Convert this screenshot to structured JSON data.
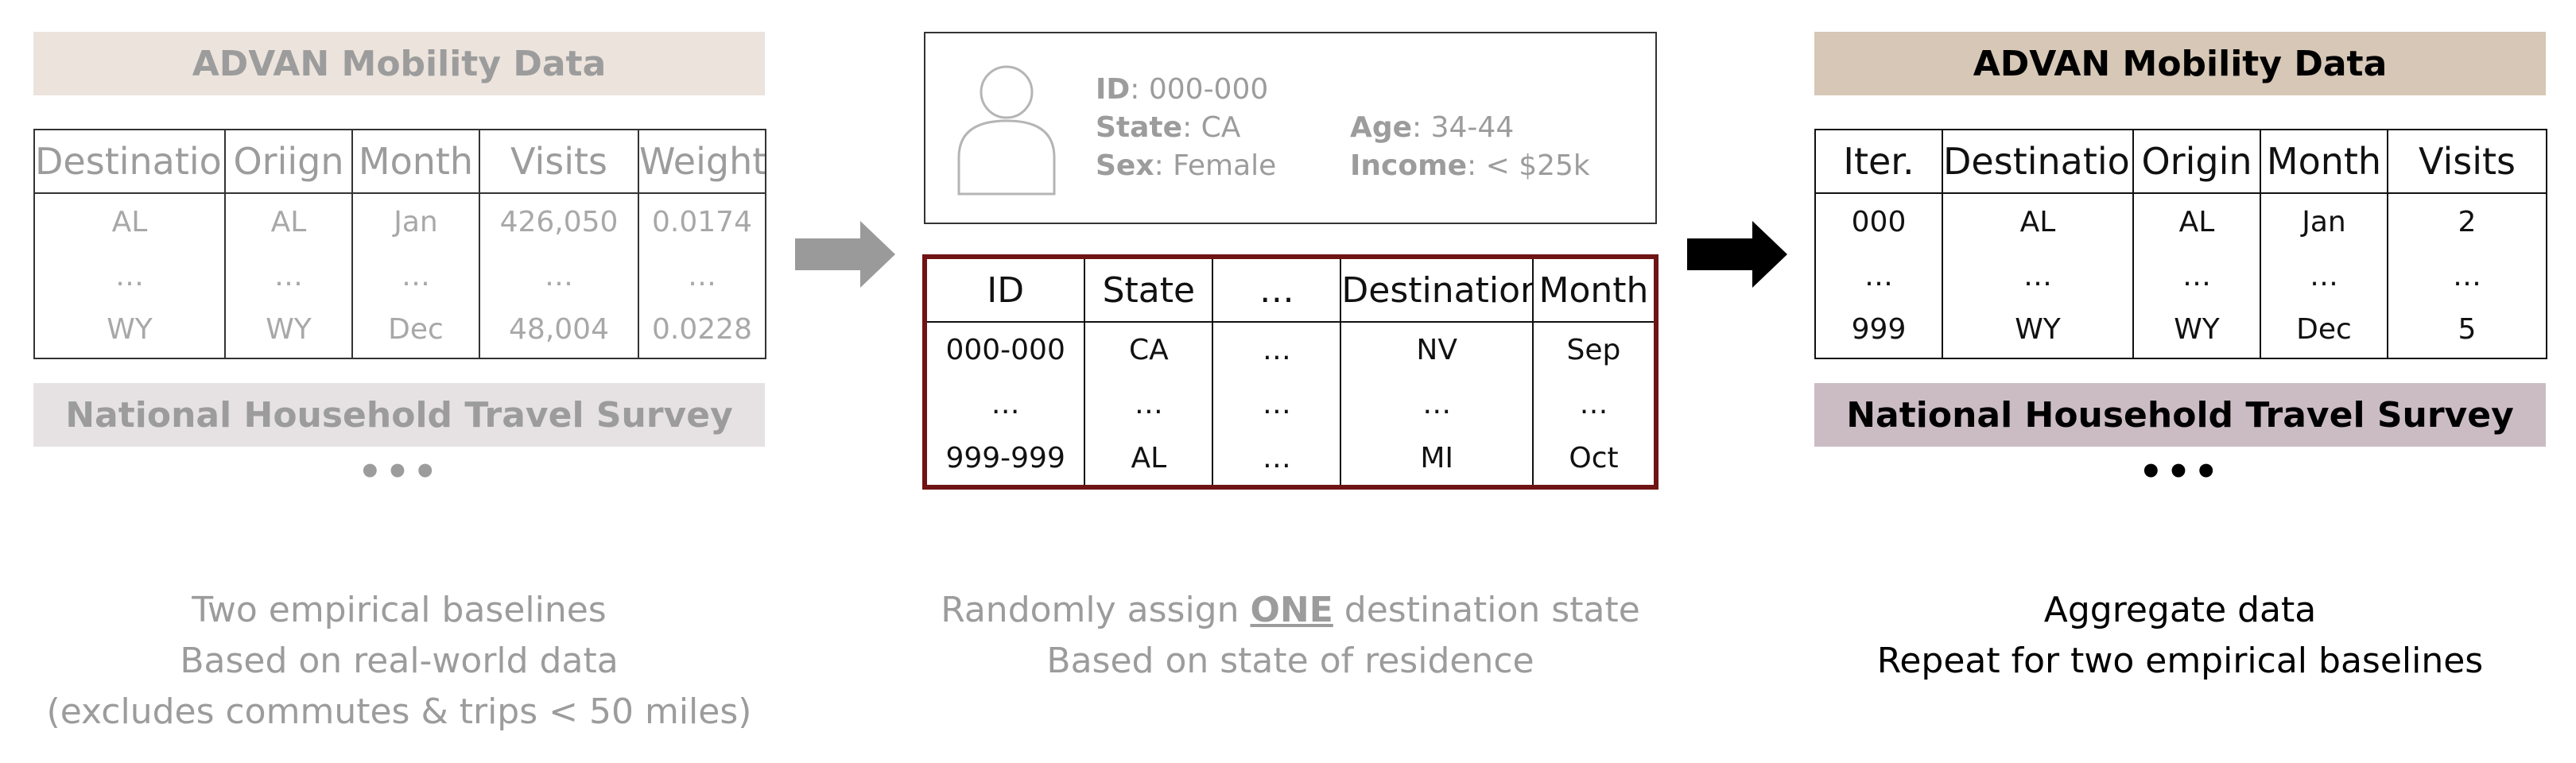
{
  "left": {
    "header1": "ADVAN Mobility Data",
    "table": {
      "columns": [
        "Destination",
        "Oriign",
        "Month",
        "Visits",
        "Weight"
      ],
      "rows": [
        [
          "AL",
          "AL",
          "Jan",
          "426,050",
          "0.0174"
        ],
        [
          "…",
          "…",
          "…",
          "…",
          "…"
        ],
        [
          "WY",
          "WY",
          "Dec",
          "48,004",
          "0.0228"
        ]
      ]
    },
    "header2": "National Household Travel Survey",
    "more": "•••",
    "caption": [
      "Two empirical baselines",
      "Based on real-world data",
      "(excludes commutes & trips < 50 miles)"
    ]
  },
  "middle": {
    "profile": {
      "id_label": "ID",
      "id_value": ": 000-000",
      "state_label": "State",
      "state_value": ": CA",
      "sex_label": "Sex",
      "sex_value": ": Female",
      "age_label": "Age",
      "age_value": ": 34-44",
      "income_label": "Income",
      "income_value": ": < $25k"
    },
    "table": {
      "columns": [
        "ID",
        "State",
        "…",
        "Destination",
        "Month"
      ],
      "rows": [
        [
          "000-000",
          "CA",
          "…",
          "NV",
          "Sep"
        ],
        [
          "…",
          "…",
          "…",
          "…",
          "…"
        ],
        [
          "999-999",
          "AL",
          "…",
          "MI",
          "Oct"
        ]
      ]
    },
    "caption_pre": "Randomly assign ",
    "caption_emph": "ONE",
    "caption_post": " destination state",
    "caption_line2": "Based on state of residence"
  },
  "right": {
    "header1": "ADVAN Mobility Data",
    "table": {
      "columns": [
        "Iter.",
        "Destination",
        "Origin",
        "Month",
        "Visits"
      ],
      "rows": [
        [
          "000",
          "AL",
          "AL",
          "Jan",
          "2"
        ],
        [
          "…",
          "…",
          "…",
          "…",
          "…"
        ],
        [
          "999",
          "WY",
          "WY",
          "Dec",
          "5"
        ]
      ]
    },
    "header2": "National Household Travel Survey",
    "more": "•••",
    "caption": [
      "Aggregate data",
      "Repeat for two empirical baselines"
    ]
  },
  "colors": {
    "left_header1_bg": "#ebe3dc",
    "left_header2_bg": "#e6e2e4",
    "right_header1_bg": "#d6c7b6",
    "right_header2_bg": "#cbbcc4",
    "middle_table_border": "#6f1414",
    "faded_text": "#9c9c9c",
    "arrow_gray": "#9a9a9a",
    "arrow_black": "#000000"
  }
}
